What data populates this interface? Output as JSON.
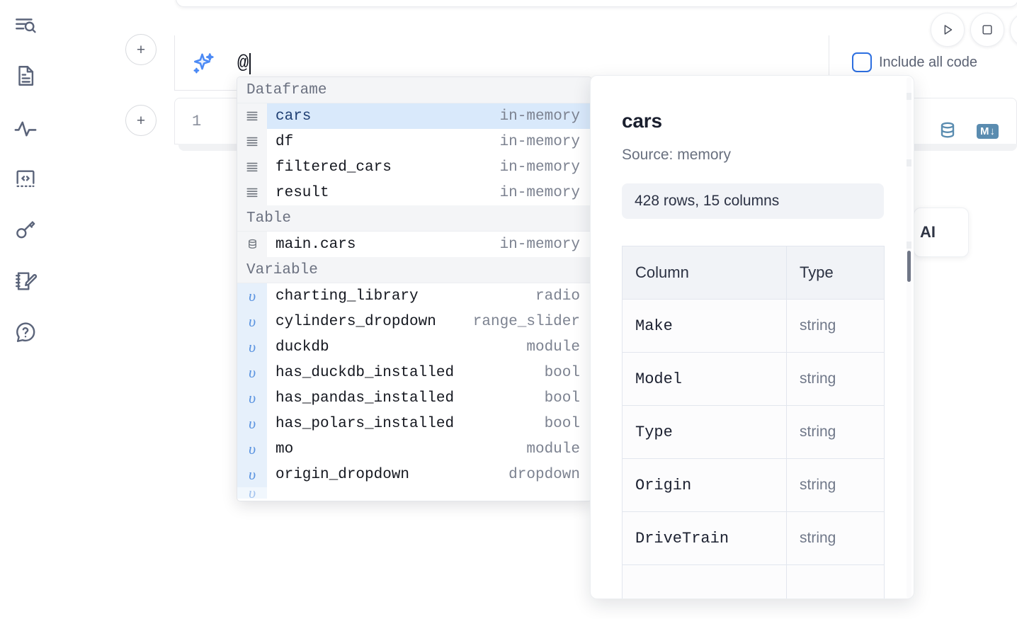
{
  "rail": {
    "items": [
      {
        "name": "file-explorer-search-icon",
        "label": "Explore files"
      },
      {
        "name": "document-icon",
        "label": "Notebook"
      },
      {
        "name": "activity-pulse-icon",
        "label": "Activity"
      },
      {
        "name": "code-snippets-icon",
        "label": "Snippets"
      },
      {
        "name": "key-icon",
        "label": "Secrets"
      },
      {
        "name": "scratchpad-edit-icon",
        "label": "Scratchpad"
      },
      {
        "name": "help-chat-icon",
        "label": "Help"
      }
    ]
  },
  "toolbar": {
    "run_label": "Run",
    "stop_label": "Stop",
    "more_label": "More",
    "include_all_code_label": "Include all code",
    "include_all_code_checked": false,
    "accent_color": "#2d6fe0"
  },
  "ai_prompt": {
    "icon_name": "ai-sparkle-icon",
    "value": "@",
    "placeholder": ""
  },
  "code_cell": {
    "line_number": "1",
    "code": "",
    "toolbar_icons": [
      {
        "name": "database-icon",
        "label": "SQL cell"
      },
      {
        "name": "markdown-icon",
        "label": "M"
      }
    ],
    "markdown_badge": "M",
    "markdown_arrow": "↓"
  },
  "ai_chip": {
    "label": "AI"
  },
  "add_buttons": {
    "label": "+"
  },
  "autocomplete": {
    "groups": [
      {
        "title": "Dataframe",
        "icon_kind": "df",
        "icon_name": "dataframe-rows-icon",
        "items": [
          {
            "name": "cars",
            "type": "in-memory",
            "selected": true
          },
          {
            "name": "df",
            "type": "in-memory",
            "selected": false
          },
          {
            "name": "filtered_cars",
            "type": "in-memory",
            "selected": false
          },
          {
            "name": "result",
            "type": "in-memory",
            "selected": false
          }
        ]
      },
      {
        "title": "Table",
        "icon_kind": "df",
        "icon_name": "database-table-icon",
        "items": [
          {
            "name": "main.cars",
            "type": "in-memory",
            "selected": false
          }
        ]
      },
      {
        "title": "Variable",
        "icon_kind": "var",
        "icon_name": "variable-upsilon-icon",
        "glyph": "υ",
        "items": [
          {
            "name": "charting_library",
            "type": "radio",
            "selected": false
          },
          {
            "name": "cylinders_dropdown",
            "type": "range_slider",
            "selected": false
          },
          {
            "name": "duckdb",
            "type": "module",
            "selected": false
          },
          {
            "name": "has_duckdb_installed",
            "type": "bool",
            "selected": false
          },
          {
            "name": "has_pandas_installed",
            "type": "bool",
            "selected": false
          },
          {
            "name": "has_polars_installed",
            "type": "bool",
            "selected": false
          },
          {
            "name": "mo",
            "type": "module",
            "selected": false
          },
          {
            "name": "origin_dropdown",
            "type": "dropdown",
            "selected": false
          },
          {
            "name": "",
            "type": "",
            "selected": false,
            "clipped": true
          }
        ]
      }
    ]
  },
  "detail": {
    "title": "cars",
    "source": "Source: memory",
    "stats": "428 rows, 15 columns",
    "table": {
      "headers": [
        "Column",
        "Type"
      ],
      "rows": [
        [
          "Make",
          "string"
        ],
        [
          "Model",
          "string"
        ],
        [
          "Type",
          "string"
        ],
        [
          "Origin",
          "string"
        ],
        [
          "DriveTrain",
          "string"
        ],
        [
          "",
          ""
        ]
      ]
    }
  }
}
